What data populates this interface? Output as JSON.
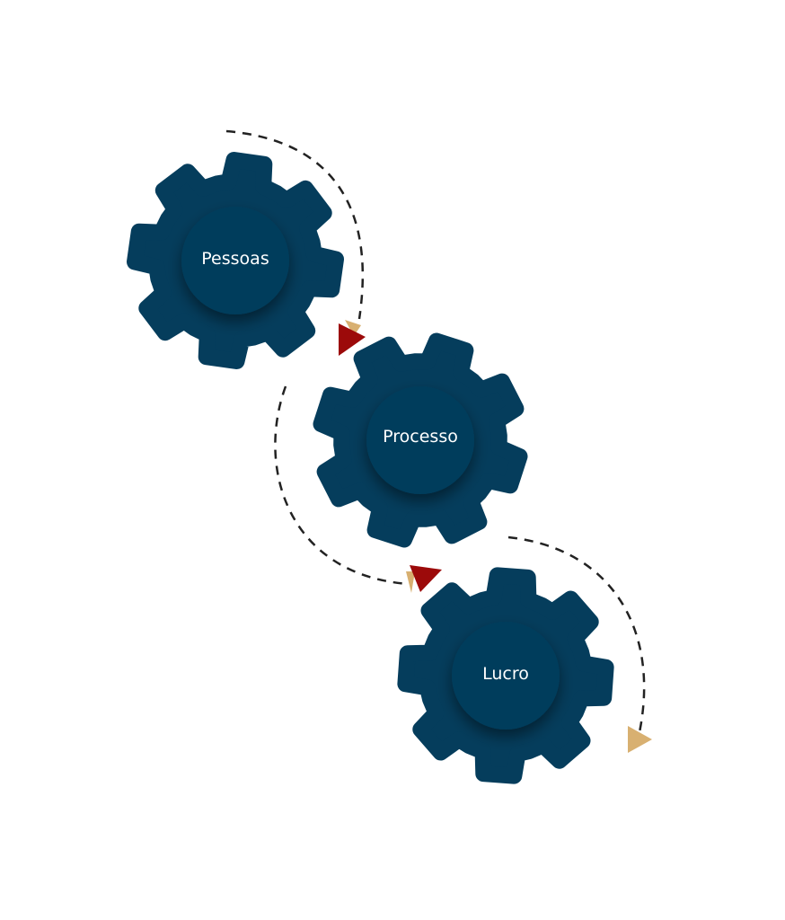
{
  "gears": [
    {
      "id": "pessoas",
      "label": "Pessoas"
    },
    {
      "id": "processo",
      "label": "Processo"
    },
    {
      "id": "lucro",
      "label": "Lucro"
    }
  ],
  "colors": {
    "gear": "#053d5c",
    "gear_inner_shadow": "#032c44",
    "arrow_red": "#9c0a0a",
    "arrow_gold": "#d8b071",
    "dash": "#222222",
    "background": "#ffffff"
  }
}
